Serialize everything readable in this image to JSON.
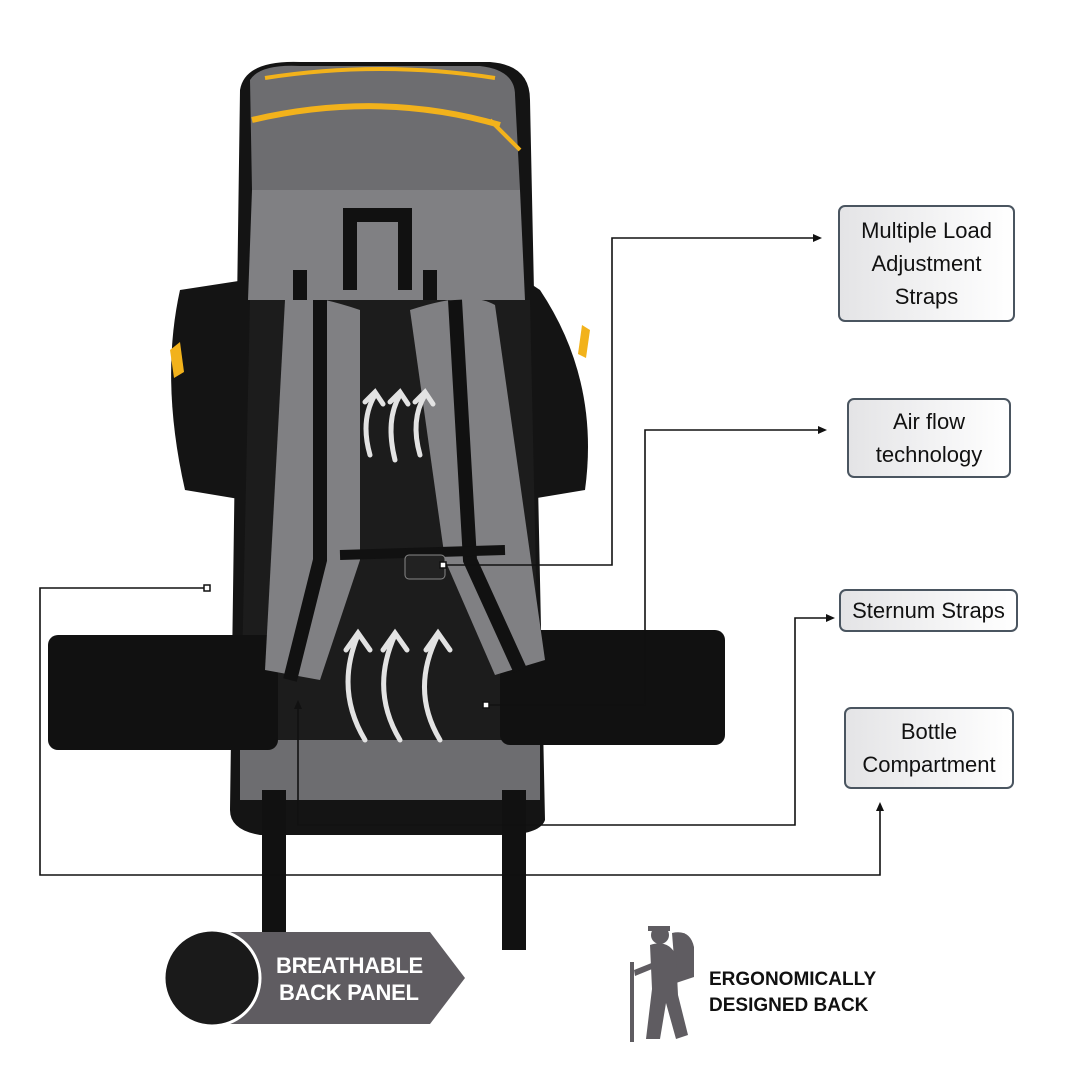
{
  "callouts": {
    "load_straps": "Multiple Load Adjustment Straps",
    "air_flow": "Air flow technology",
    "sternum": "Sternum Straps",
    "bottle": "Bottle Compartment"
  },
  "badges": {
    "breathable_line1": "BREATHABLE",
    "breathable_line2": "BACK PANEL",
    "ergo_line1": "ERGONOMICALLY",
    "ergo_line2": "DESIGNED BACK"
  },
  "colors": {
    "bag_black": "#141414",
    "bag_grey": "#6b6b6d",
    "accent_yellow": "#f2b21b",
    "badge_grey": "#5f5c61"
  }
}
